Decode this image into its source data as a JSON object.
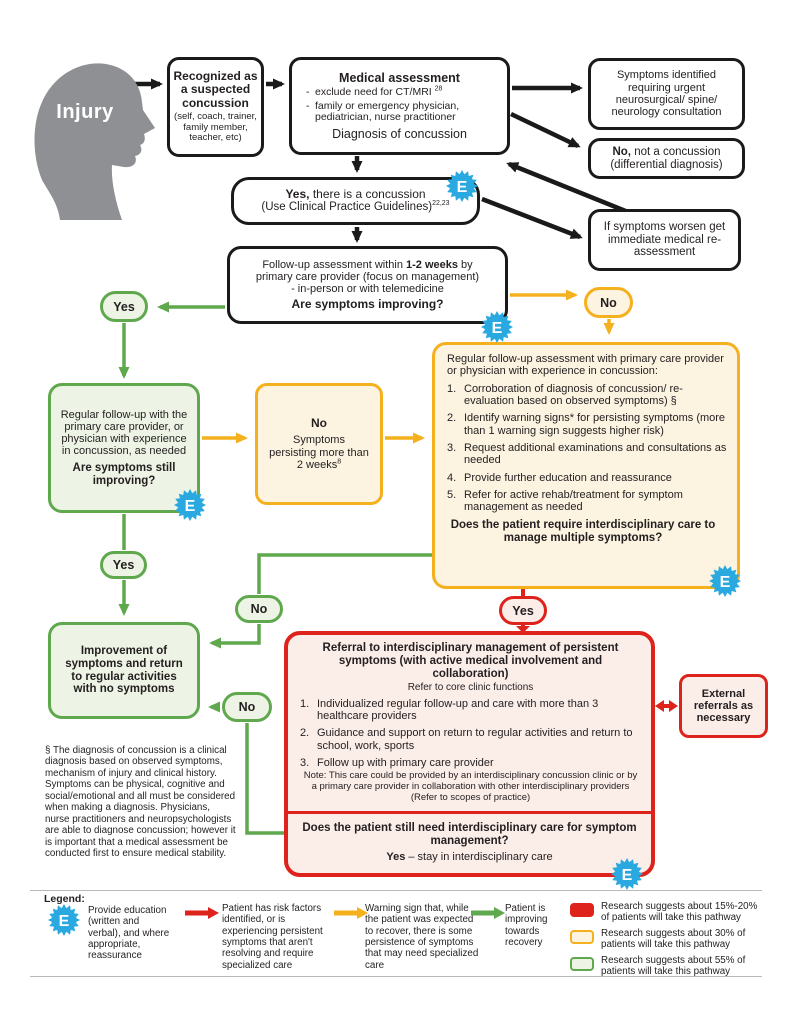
{
  "colors": {
    "green": "#5FA84D",
    "yellow": "#F5B01E",
    "red": "#DD231B",
    "blue": "#2AA9E0",
    "black": "#1A1A1A"
  },
  "badge": {
    "letter": "E"
  },
  "pills": {
    "yes1": "Yes",
    "no1": "No",
    "yes2": "Yes",
    "no2": "No",
    "no3": "No",
    "yes_red": "Yes"
  },
  "nodes": {
    "injury": {
      "label": "Injury"
    },
    "recognized": {
      "title": "Recognized as a suspected concussion",
      "sub": "(self, coach, trainer, family member, teacher, etc)"
    },
    "medical": {
      "title": "Medical assessment",
      "b1": "exclude need for CT/MRI ",
      "b1_sup": "28",
      "b2": "family or emergency physician, pediatrician, nurse practitioner",
      "footer": "Diagnosis of concussion"
    },
    "urgent": {
      "text": "Symptoms identified requiring urgent neurosurgical/ spine/ neurology consultation"
    },
    "not_concussion": {
      "bold": "No,",
      "rest": " not a concussion",
      "line2": "(differential diagnosis)"
    },
    "worsen": {
      "text": "If symptoms worsen get immediate medical re-assessment"
    },
    "yes_concussion": {
      "bold": "Yes,",
      "rest": " there is a concussion",
      "line2": "(Use Clinical Practice Guidelines)",
      "sup": "22,23"
    },
    "followup": {
      "l1a": "Follow-up assessment within ",
      "l1b": "1-2 weeks",
      "l1c": " by",
      "l2": "primary care provider (focus on management)",
      "l3": "- in-person or with telemedicine",
      "question": "Are symptoms improving?"
    },
    "green_followup": {
      "text": "Regular follow-up with the primary care provider, or physician with experience in concussion, as needed",
      "question": "Are symptoms still improving?"
    },
    "persisting": {
      "bold": "No",
      "text": "Symptoms persisting more than 2 weeks",
      "sup": "8"
    },
    "regular": {
      "intro": "Regular follow-up assessment with primary care provider or physician with experience in concussion:",
      "items": [
        {
          "n": "1.",
          "t": "Corroboration of diagnosis of concussion/ re-evaluation based on observed symptoms) §"
        },
        {
          "n": "2.",
          "t": "Identify warning signs* for persisting symptoms (more than 1 warning sign suggests higher risk)"
        },
        {
          "n": "3.",
          "t": "Request additional examinations and consultations as needed"
        },
        {
          "n": "4.",
          "t": "Provide further education and reassurance"
        },
        {
          "n": "5.",
          "t": "Refer for active rehab/treatment for symptom management as needed"
        }
      ],
      "question": "Does the patient require interdisciplinary care to manage multiple symptoms?"
    },
    "improvement": {
      "text": "Improvement of symptoms and return to regular activities with no symptoms"
    },
    "referral": {
      "title": "Referral to interdisciplinary management of persistent symptoms (with active medical involvement and collaboration)",
      "sub": "Refer to core clinic functions",
      "items": [
        {
          "n": "1.",
          "t": "Individualized regular follow-up and care with more than 3 healthcare providers"
        },
        {
          "n": "2.",
          "t": "Guidance and support on return to regular activities and return to school, work, sports"
        },
        {
          "n": "3.",
          "t": "Follow up with primary care provider"
        }
      ],
      "note": "Note: This care could be provided by an interdisciplinary concussion clinic or by a primary care provider in collaboration with other interdisciplinary providers (Refer to scopes of practice)",
      "question": "Does the patient still need interdisciplinary care for symptom management?",
      "answer_bold": "Yes",
      "answer_rest": " – stay in interdisciplinary care"
    },
    "external": {
      "text": "External referrals as necessary"
    }
  },
  "footnote": {
    "text": "§ The diagnosis of concussion is a clinical diagnosis based on observed symptoms, mechanism of injury and clinical history. Symptoms can be physical, cognitive and social/emotional and all must be considered when making a diagnosis. Physicians, nurse practitioners and neuropsychologists are able to diagnose concussion; however it is important that a medical assessment be conducted first to ensure medical stability."
  },
  "legend": {
    "title": "Legend:",
    "badge_letter": "E",
    "items": [
      {
        "icon": "education-badge",
        "text": "Provide education (written and verbal), and where appropriate, reassurance"
      },
      {
        "icon": "red-arrow",
        "text": "Patient has risk factors identified, or is experiencing persistent symptoms that aren't resolving and require specialized care"
      },
      {
        "icon": "yellow-arrow",
        "text": "Warning sign that, while the patient was expected to recover, there is some persistence of symptoms that may need specialized care"
      },
      {
        "icon": "green-arrow",
        "text": "Patient is improving towards recovery"
      },
      {
        "icon": "red-swatch",
        "text": "Research suggests about 15%-20% of patients will take this pathway"
      },
      {
        "icon": "yellow-swatch",
        "text": "Research suggests about 30% of patients will take this pathway"
      },
      {
        "icon": "green-swatch",
        "text": "Research suggests about 55% of patients will take this pathway"
      }
    ]
  }
}
